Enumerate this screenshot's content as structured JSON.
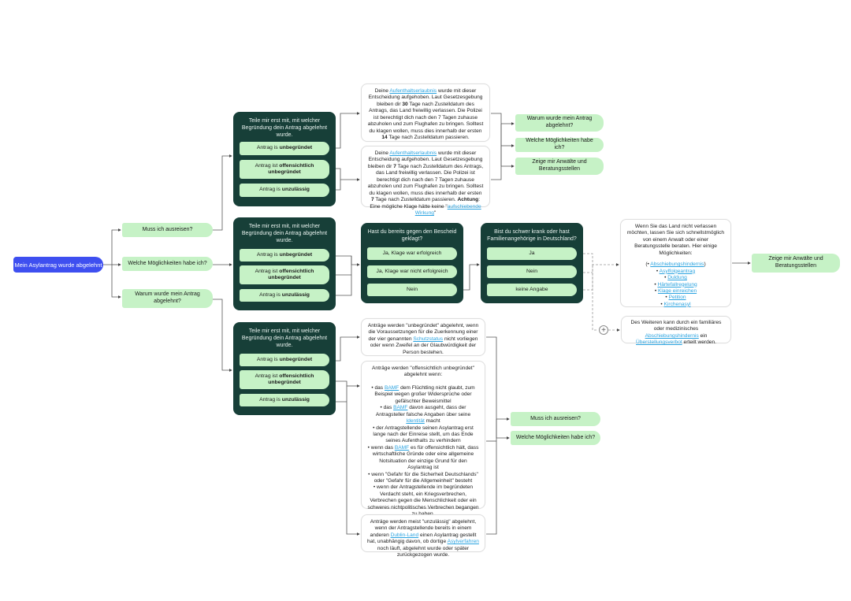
{
  "start": "Mein Asylantrag wurde abgelehnt",
  "level1": {
    "ausreise": "Muss ich ausreisen?",
    "moeglichkeiten": "Welche Möglichkeiten habe ich?",
    "warum": "Warum wurde mein Antrag abgelehnt?"
  },
  "box_top": {
    "title": "Teile mir erst mit, mit welcher Begründung dein Antrag abgelehnt wurde.",
    "opt1_pre": "Antrag is ",
    "opt1_bold": "unbegründet",
    "opt2_pre": "Antrag ist ",
    "opt2_bold": "offensichtlich unbegründet",
    "opt3_pre": "Antrag is ",
    "opt3_bold": "unzulässig"
  },
  "box_mid": {
    "title": "Teile mir erst mit, mit welcher Begründung dein Antrag abgelehnt wurde.",
    "opt1_pre": "Antrag is ",
    "opt1_bold": "unbegründet",
    "opt2_pre": "Antrag ist ",
    "opt2_bold": "offensichtlich unbegründet",
    "opt3_pre": "Antrag is ",
    "opt3_bold": "unzulässig"
  },
  "box_bot": {
    "title": "Teile mir erst mit, mit welcher Begründung dein Antrag abgelehnt wurde.",
    "opt1_pre": "Antrag is ",
    "opt1_bold": "unbegründet",
    "opt2_pre": "Antrag ist ",
    "opt2_bold": "offensichtlich unbegründet",
    "opt3_pre": "Antrag is ",
    "opt3_bold": "unzulässig"
  },
  "info_30": {
    "t1": "Deine ",
    "link1": "Aufenthaltserlaubnis",
    "t2": " wurde mit dieser Entscheidung aufgehoben. Laut Gesetzesgebung bleiben dir ",
    "b1": "30",
    "t3": " Tage nach Zustelldatum des Antrags, das Land freiwillig verlassen. Die Polizei ist berechtigt dich nach den 7 Tagen zuhause abzuholen und zum Flughafen zu bringen. Solltest du klagen wollen, muss dies innerhalb der ersten ",
    "b2": "14",
    "t4": " Tage nach Zustelldatum passieren."
  },
  "info_7": {
    "t1": "Deine ",
    "link1": "Aufenthaltserlaubnis",
    "t2": " wurde mit dieser Entscheidung aufgehoben. Laut Gesetzesgebung bleiben dir ",
    "b1": "7",
    "t3": " Tage nach Zustelldatum des Antrags, das Land freiwillig verlassen. Die Polizei ist berechtigt dich nach den 7 Tagen zuhause abzuholen und zum Flughafen zu bringen. Solltest du klagen wollen, muss dies innerhalb der ersten ",
    "b2": "7",
    "t4": " Tage nach Zustelldatum passieren. ",
    "b3": "Achtung",
    "t5": ": Eine mögliche Klage hätte keine \"",
    "link2": "aufschiebende Wirkung",
    "t6": "\""
  },
  "right_top": {
    "warum": "Warum wurde mein Antrag abgelehnt?",
    "moeglichkeiten": "Welche Möglichkeiten habe ich?",
    "anwaelte": "Zeige mir Anwälte und Beratungsstellen"
  },
  "klage": {
    "title": "Hast du bereits gegen den Bescheid geklagt?",
    "opt1": "Ja, Klage war erfolgreich",
    "opt2": "Ja, Klage war nicht erfolgreich",
    "opt3": "Nein"
  },
  "krank": {
    "title": "Bist du schwer krank oder hast Familienangehörige in Deutschland?",
    "opt1": "Ja",
    "opt2": "Nein",
    "opt3": "keine Angabe"
  },
  "options_card": {
    "intro": "Wenn Sie das Land nicht verlassen möchten, lassen Sie sich schnellstmöglich von einem Anwalt oder einer Beratungsstelle beraten. Hier einige Möglichkeiten:",
    "items": [
      "Abschiebungshindernis",
      "Asylfolgeantrag",
      "Duldung",
      "Härtefallregelung",
      "Klage einreichen",
      "Petition",
      "Kirchenasyl"
    ]
  },
  "hinder_card": {
    "t1": "Des Weiteren kann durch ein familiäres oder medizinisches ",
    "link1": "Abschiebungshindernis",
    "t2": " ein ",
    "link2": "Überstellungsverbot",
    "t3": " erteilt werden."
  },
  "final_anwaelte": "Zeige mir Anwälte und Beratungsstellen",
  "unbegruendet_card": {
    "t1": "Anträge werden \"unbegründet\" abgelehnt, wenn die Voraussetzungen für die Zuerkennung einer der vier genannten ",
    "link1": "Schutzstatus",
    "t2": " nicht vorliegen oder wenn Zweifel an der Glaubwürdigkeit der Person bestehen."
  },
  "offens_card": {
    "intro": "Anträge werden \"offensichtlich unbegründet\" abgelehnt wenn:",
    "l1a": "• das ",
    "l1link": "BAMF",
    "l1b": " dem Flüchtling nicht glaubt, zum Beispiel wegen großer Widersprüche oder gefälschter Beweismittel",
    "l2a": "• das ",
    "l2link": "BAMF",
    "l2b": " davon ausgeht, dass der Antragsteller falsche Angaben über seine ",
    "l2link2": "Identität",
    "l2c": " macht",
    "l3": "• der Antragstellende seinen Asylantrag erst lange nach der Einreise stellt, um das Ende seines Aufenthalts zu verhindern",
    "l4a": "• wenn das ",
    "l4link": "BAMF",
    "l4b": " es für offensichtlich hält, dass wirtschaftliche Gründe oder eine allgemeine Notsituation der einzige Grund für den Asylantrag ist",
    "l5": "• wenn \"Gefahr für die Sicherheit Deutschlands\" oder \"Gefahr für die Allgemeinheit\" besteht",
    "l6": "• wenn der Antragstellende im begründeten Verdacht steht, ein Kriegsverbrechen, Verbrechen gegen die Menschlichkeit oder ein schweres nichtpolitisches Verbrechen begangen zu haben."
  },
  "unzul_card": {
    "t1": "Anträge werden meist \"unzulässig\" abgelehnt, wenn der Antragstellende bereits in einem anderen ",
    "link1": "Dublin-Land",
    "t2": " einen Asylantrag gestellt hat, unabhängig davon, ob dortige ",
    "link2": "Asylverfahren",
    "t3": " noch läuft, abgelehnt wurde oder später zurückgezogen wurde."
  },
  "right_bot": {
    "ausreise": "Muss ich ausreisen?",
    "moeglichkeiten": "Welche Möglichkeiten habe ich?"
  },
  "plus_symbol": "+",
  "colors": {
    "accent_blue": "#3e4ff0",
    "bubble_green": "#c6f2c6",
    "dark_green": "#173f38",
    "link": "#2aa3e0"
  }
}
